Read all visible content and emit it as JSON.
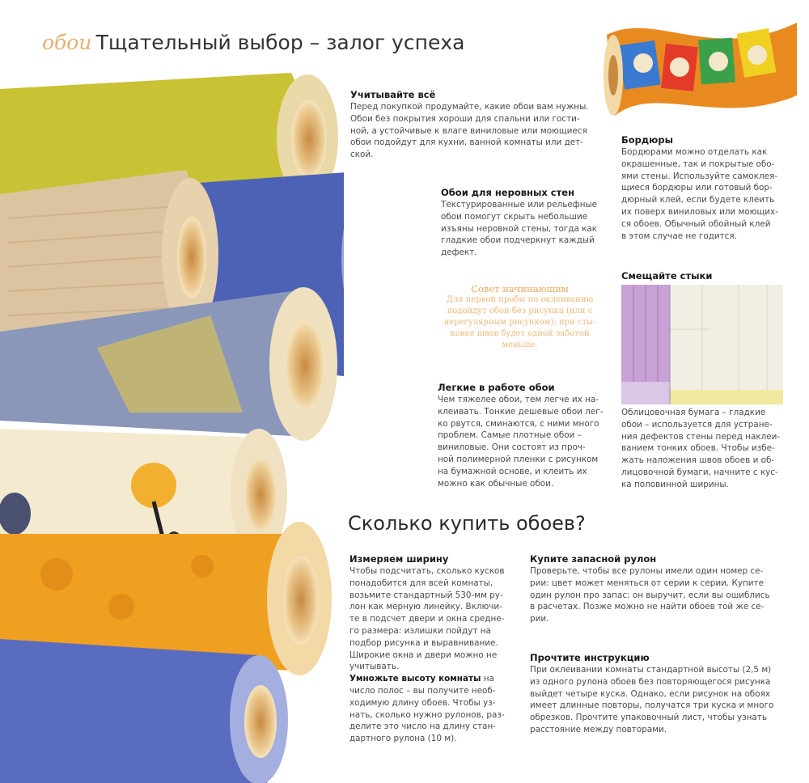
{
  "header": {
    "accent_word": "обои",
    "title": "Тщательный выбор – залог успеха"
  },
  "sections": {
    "consider_all": {
      "heading": "Учитывайте всё",
      "lines": [
        "Перед покупкой продумайте, какие обои вам нужны.",
        "Обои без покрытия хороши для спальни или гости-",
        "ной, а устойчивые к влаге виниловые или моющиеся",
        "обои подойдут для кухни, ванной комнаты или дет-",
        "ской."
      ]
    },
    "uneven_walls": {
      "heading": "Обои для неровных стен",
      "lines": [
        "Текстурированные или рельефные",
        "обои помогут скрыть небольшие",
        "изъяны неровной стены, тогда как",
        "гладкие обои подчеркнут каждый",
        "дефект."
      ]
    },
    "beginner_tip": {
      "heading": "Совет начинающим",
      "lines": [
        "Для первой пробы по оклеиванию",
        "подойдут обои без рисунка (или с",
        "нерегулярным рисунком): при сты-",
        "ковке швов будет одной заботой",
        "меньше."
      ]
    },
    "easy_wallpaper": {
      "heading": "Легкие в работе обои",
      "lines": [
        "Чем тяжелее обои, тем легче их на-",
        "клеивать. Тонкие дешевые обои лег-",
        "ко рвутся, сминаются, с ними много",
        "проблем. Самые плотные обои –",
        "виниловые. Они состоят из проч-",
        "ной полимерной пленки с рисунком",
        "на бумажной основе, и клеить их",
        "можно как обычные обои."
      ]
    },
    "borders": {
      "heading": "Бордюры",
      "lines": [
        "Бордюрами можно отделать как",
        "окрашенные, так и покрытые обо-",
        "ями стены. Используйте самоклея-",
        "щиеся бордюры или готовый бор-",
        "дюрный клей, если будете клеить",
        "их поверх виниловых или моющих-",
        "ся обоев. Обычный обойный клей",
        "в этом случае не годится."
      ]
    },
    "offset_seams": {
      "heading": "Смещайте стыки",
      "lines": [
        "Облицовочная бумага – гладкие",
        "обои – используется для устране-",
        "ния дефектов стены перед наклеи-",
        "ванием тонких обоев. Чтобы избе-",
        "жать наложения швов обоев и об-",
        "лицовочной бумаги, начните с кус-",
        "ка половинной ширины."
      ]
    }
  },
  "how_much": {
    "title": "Сколько купить обоев?",
    "measure_width": {
      "heading": "Измеряем ширину",
      "lines": [
        "Чтобы подсчитать, сколько кусков",
        "понадобится для всей комнаты,",
        "возьмите стандартный 530-мм ру-",
        "лон как мерную линейку. Включи-",
        "те в подсчет двери и окна средне-",
        "го размера: излишки пойдут на",
        "подбор рисунка и выравнивание.",
        "Широкие окна и двери можно не",
        "учитывать."
      ],
      "bold_start": "Умножьте высоту комнаты",
      "bold_tail": " на",
      "tail_lines": [
        "число полос – вы получите необ-",
        "ходимую длину обоев. Чтобы уз-",
        "нать, сколько нужно рулонов, раз-",
        "делите это число на длину стан-",
        "дартного рулона (10 м)."
      ]
    },
    "spare_roll": {
      "heading": "Купите запасной рулон",
      "lines": [
        "Проверьте, чтобы все рулоны имели один номер се-",
        "рии: цвет может меняться от серии к серии. Купите",
        "один рулон про запас: он выручит, если вы ошиблись",
        "в расчетах. Позже можно не найти обоев той же се-",
        "рии."
      ]
    },
    "read_instructions": {
      "heading": "Прочтите инструкцию",
      "lines": [
        "При оклеивании комнаты стандартной высоты (2,5 м)",
        "из одного рулона обоев без повторяющегося рисунка",
        "выйдет четыре куска. Однако, если рисунок на обоях",
        "имеет длинные повторы, получатся три куска и много",
        "обрезков. Прочтите упаковочный лист, чтобы узнать",
        "расстояние между повторами."
      ]
    }
  },
  "colors": {
    "accent": "#e8b070",
    "tip": "#f0b878",
    "roll_yellow": "#c8c032",
    "roll_blue": "#4a5fb0",
    "roll_orange": "#f0a020",
    "roll_cream": "#f3ead0"
  }
}
